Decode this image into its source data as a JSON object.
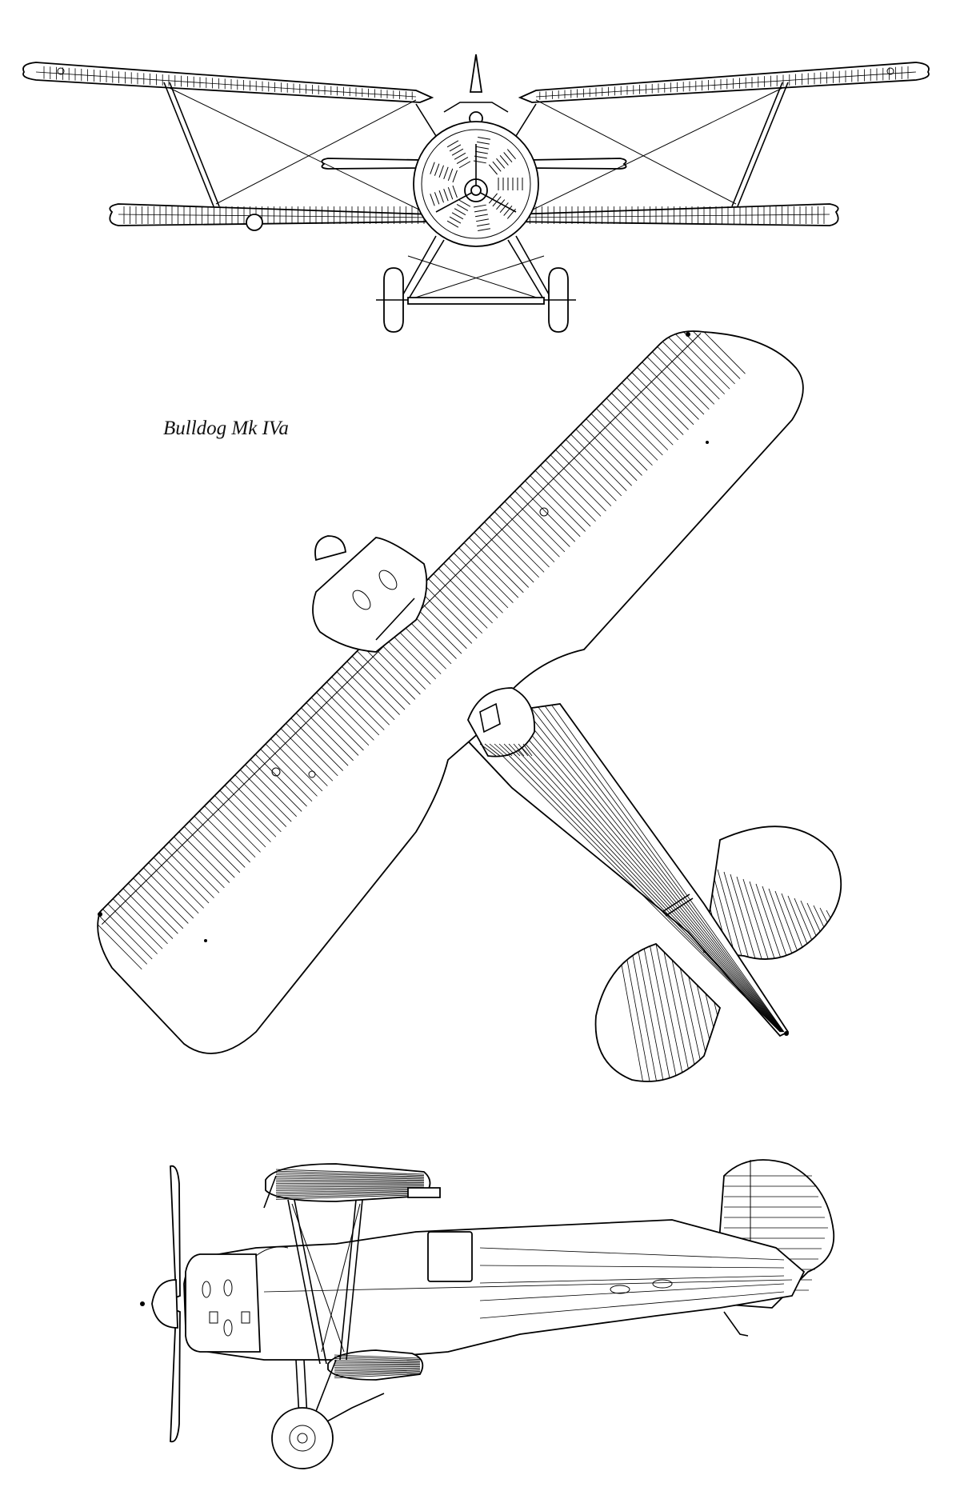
{
  "caption": "Bulldog Mk IVa",
  "views": [
    "front-view",
    "plan-view",
    "side-view"
  ],
  "colors": {
    "line": "#000000",
    "paper": "#ffffff"
  }
}
